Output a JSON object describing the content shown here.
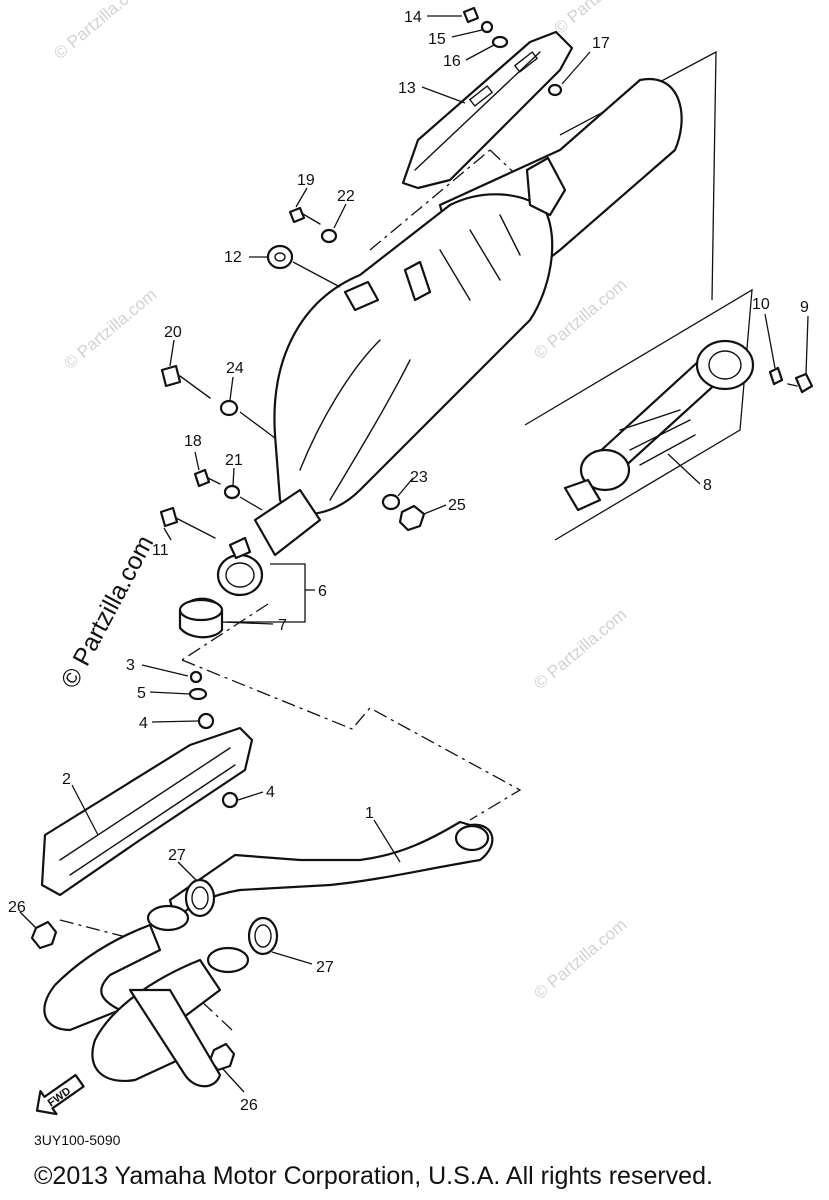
{
  "labels": {
    "p1": "1",
    "p2": "2",
    "p3": "3",
    "p4a": "4",
    "p4b": "4",
    "p5": "5",
    "p6": "6",
    "p7": "7",
    "p8": "8",
    "p9": "9",
    "p10": "10",
    "p11": "11",
    "p12": "12",
    "p13": "13",
    "p14": "14",
    "p15": "15",
    "p16": "16",
    "p17": "17",
    "p18": "18",
    "p19": "19",
    "p20": "20",
    "p21": "21",
    "p22": "22",
    "p23": "23",
    "p24": "24",
    "p25": "25",
    "p26a": "26",
    "p26b": "26",
    "p27a": "27",
    "p27b": "27"
  },
  "fwd_label": "FWD",
  "watermark": {
    "small": "© Partzilla.com",
    "large": "© Partzilla.com"
  },
  "footer": {
    "diagram_code": "3UY100-5090",
    "copyright": "©2013  Yamaha Motor Corporation, U.S.A. All rights reserved."
  }
}
